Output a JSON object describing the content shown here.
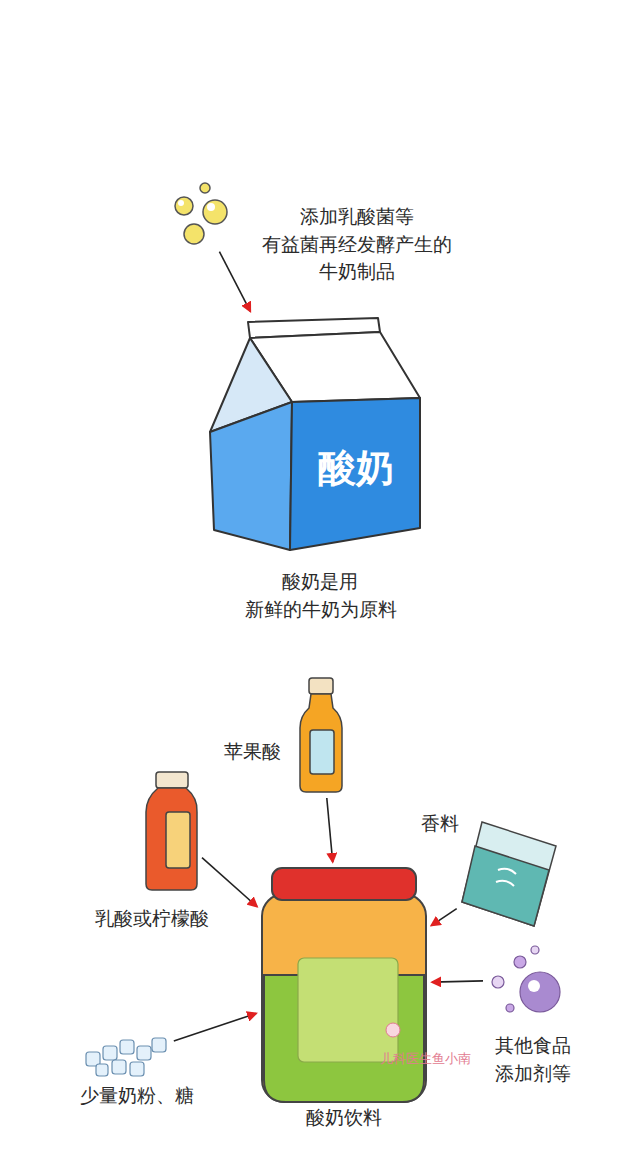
{
  "diagram": {
    "nodes": [
      {
        "text": [
          "添加乳酸菌等 有益菌再经发酵产生的 牛奶制品"
        ]
      },
      {
        "text": [
          "酸奶",
          "酸奶是用 新鲜的牛奶为原料"
        ]
      },
      {
        "text": [
          "苹果酸"
        ]
      },
      {
        "text": [
          "乳酸或柠檬酸"
        ]
      },
      {
        "text": [
          "香料"
        ]
      },
      {
        "text": [
          "少量奶粉、糖"
        ]
      },
      {
        "text": [
          "其他食品 添加剂等"
        ]
      },
      {
        "text": [
          "酸奶饮料"
        ]
      }
    ],
    "edges": [
      {
        "from": 0,
        "to": 1,
        "arrow": "to"
      },
      {
        "from": 2,
        "to": 7,
        "arrow": "to"
      },
      {
        "from": 3,
        "to": 7,
        "arrow": "to"
      },
      {
        "from": 4,
        "to": 7,
        "arrow": "to"
      },
      {
        "from": 5,
        "to": 7,
        "arrow": "to"
      },
      {
        "from": 6,
        "to": 7,
        "arrow": "to"
      }
    ],
    "labels": [
      "儿科医生鱼小南"
    ]
  }
}
